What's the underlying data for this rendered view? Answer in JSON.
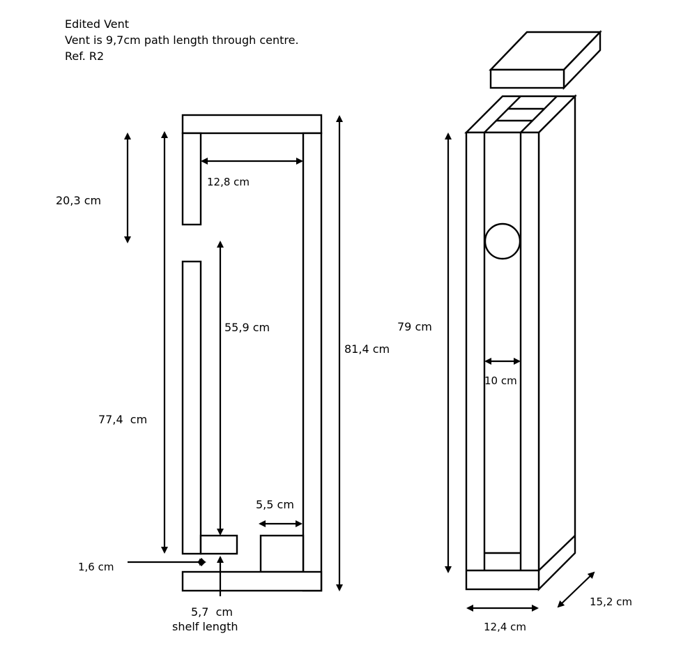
{
  "header": {
    "title": "Edited Vent",
    "note": "Vent is 9,7cm path length through centre.",
    "ref": "Ref. R2"
  },
  "section_view": {
    "dim_inner_width": "12,8 cm",
    "dim_top_opening": "20,3 cm",
    "dim_left_height": "77,4  cm",
    "dim_inner_height": "55,9 cm",
    "dim_total_height": "81,4 cm",
    "dim_block_width": "5,5 cm",
    "dim_gap": "1,6 cm",
    "dim_shelf": "5,7  cm",
    "dim_shelf_caption": "shelf length"
  },
  "iso_view": {
    "dim_height": "79 cm",
    "dim_slot_width": "10 cm",
    "dim_width": "12,4 cm",
    "dim_depth": "15,2 cm"
  },
  "colors": {
    "line": "#000000",
    "background": "#ffffff"
  }
}
